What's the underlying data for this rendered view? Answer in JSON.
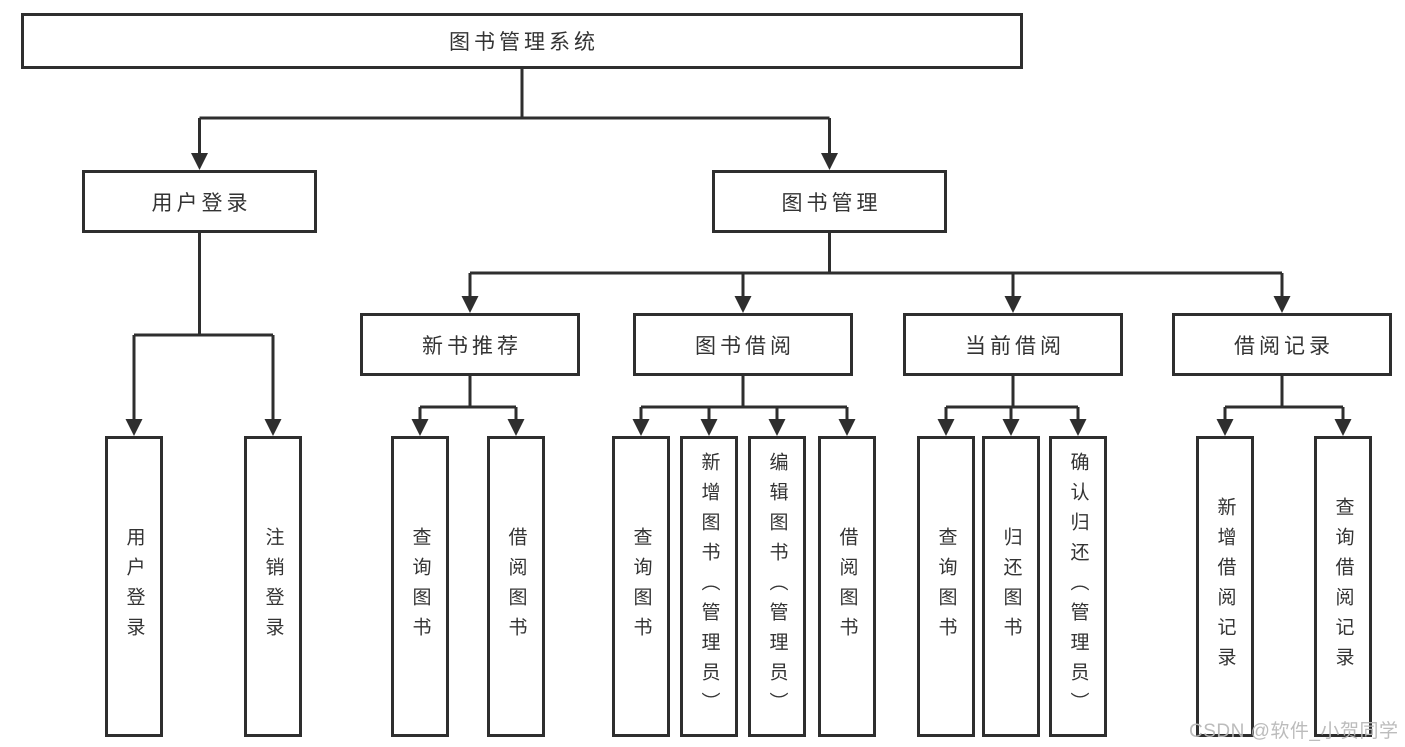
{
  "diagram": {
    "root": {
      "label": "图书管理系统"
    },
    "level2": [
      {
        "id": "user-login",
        "label": "用户登录"
      },
      {
        "id": "book-management",
        "label": "图书管理"
      }
    ],
    "level3": [
      {
        "id": "new-book-recommendation",
        "parent": "图书管理",
        "label": "新书推荐"
      },
      {
        "id": "book-borrowing",
        "parent": "图书管理",
        "label": "图书借阅"
      },
      {
        "id": "current-borrowing",
        "parent": "图书管理",
        "label": "当前借阅"
      },
      {
        "id": "borrowing-records",
        "parent": "图书管理",
        "label": "借阅记录"
      }
    ],
    "leaves": [
      {
        "parent": "用户登录",
        "label": "用户登录"
      },
      {
        "parent": "用户登录",
        "label": "注销登录"
      },
      {
        "parent": "新书推荐",
        "label": "查询图书"
      },
      {
        "parent": "新书推荐",
        "label": "借阅图书"
      },
      {
        "parent": "图书借阅",
        "label": "查询图书"
      },
      {
        "parent": "图书借阅",
        "label": "新增图书（管理员）"
      },
      {
        "parent": "图书借阅",
        "label": "编辑图书（管理员）"
      },
      {
        "parent": "图书借阅",
        "label": "借阅图书"
      },
      {
        "parent": "当前借阅",
        "label": "查询图书"
      },
      {
        "parent": "当前借阅",
        "label": "归还图书"
      },
      {
        "parent": "当前借阅",
        "label": "确认归还（管理员）"
      },
      {
        "parent": "借阅记录",
        "label": "新增借阅记录"
      },
      {
        "parent": "借阅记录",
        "label": "查询借阅记录"
      }
    ],
    "watermark": "CSDN @软件_小贺同学",
    "colors": {
      "line": "#2e2e2e",
      "text": "#333333",
      "watermark": "#b9b9b9",
      "background": "#ffffff"
    }
  }
}
